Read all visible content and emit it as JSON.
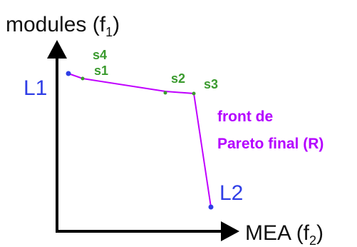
{
  "axes": {
    "y_title": "modules (f",
    "y_sub": "1",
    "y_close": ")",
    "x_title": "MEA (f",
    "x_sub": "2",
    "x_close": ")"
  },
  "endpoints": {
    "l1": "L1",
    "l2": "L2"
  },
  "solutions": {
    "s1": "s1",
    "s2": "s2",
    "s3": "s3",
    "s4": "s4"
  },
  "front": {
    "line1": "front de",
    "line2": "Pareto final  (R)"
  },
  "colors": {
    "axis": "#000000",
    "front_line": "#c000ff",
    "endpoint_blue": "#2f3ee6",
    "solution_green": "#3a9a2e",
    "annotation_purple": "#b400ff"
  }
}
